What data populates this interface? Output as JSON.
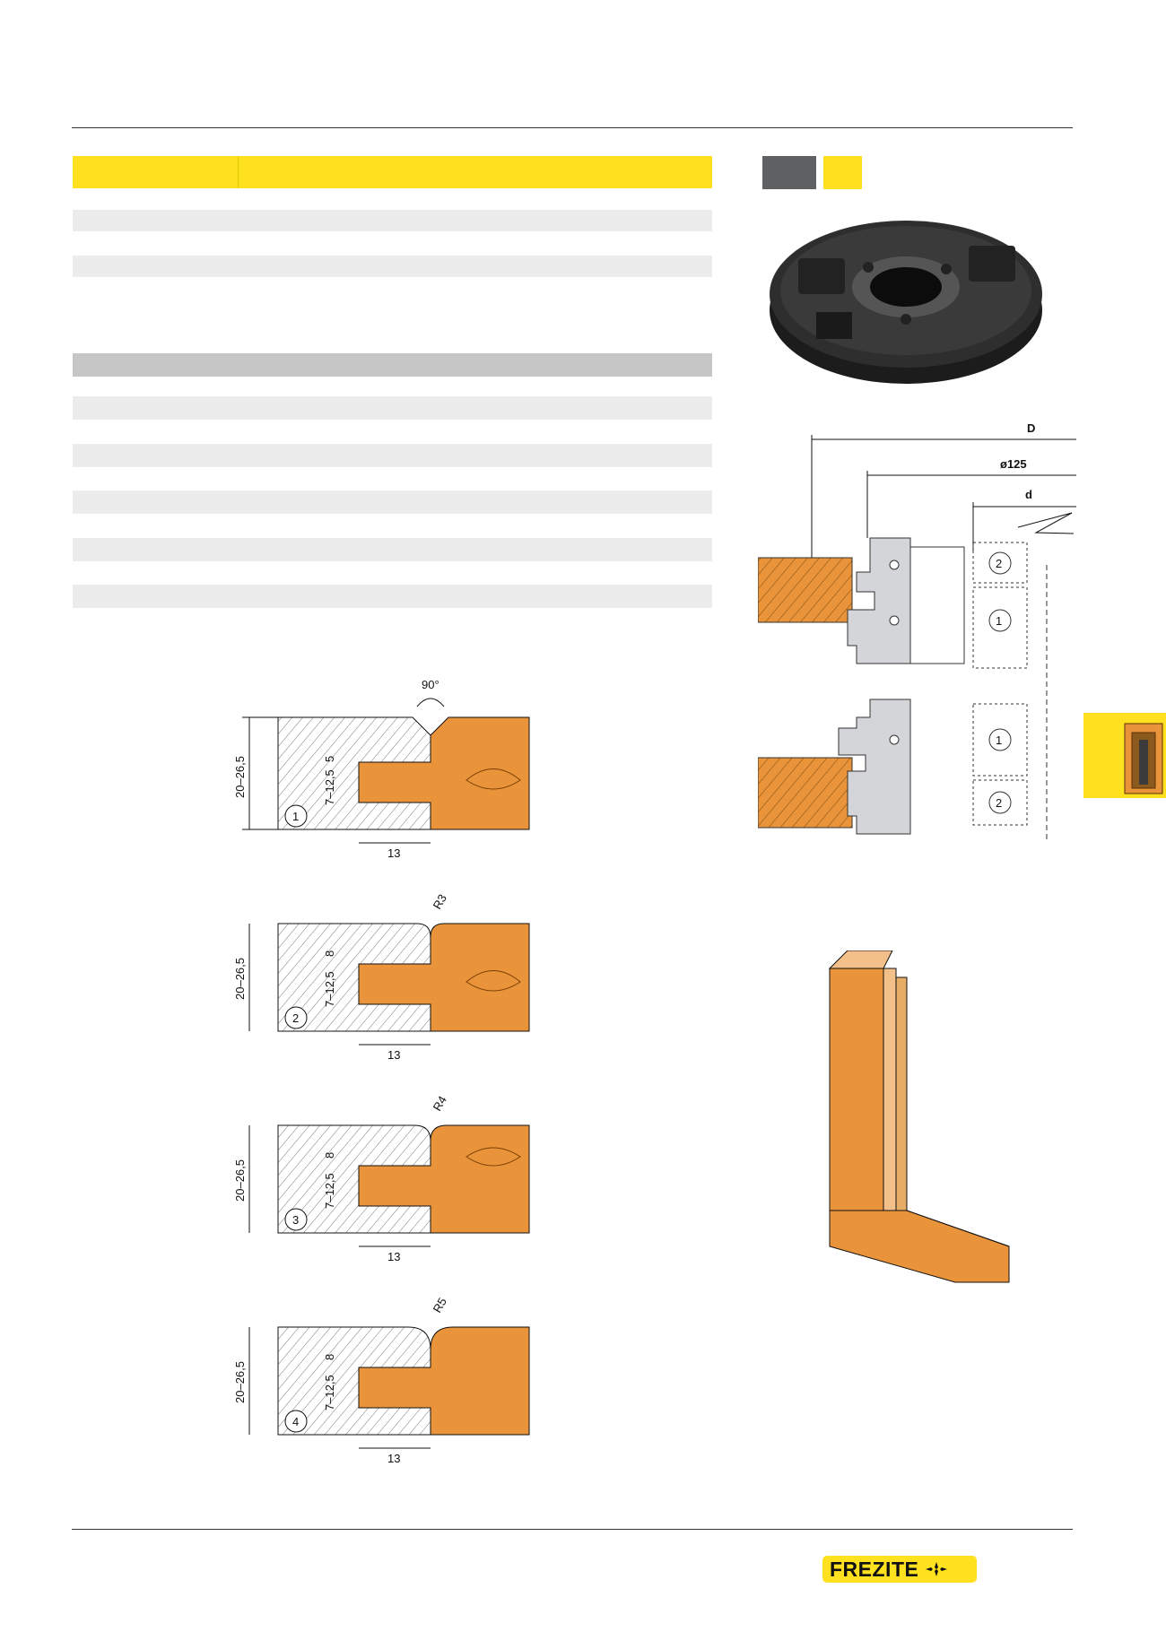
{
  "footer": {
    "brand": "FREZITE"
  },
  "profiles": [
    {
      "num": "1",
      "angle": "90°",
      "height": "20–26,5",
      "upper": "5",
      "groove": "7–12,5",
      "depth": "13"
    },
    {
      "num": "2",
      "radius": "R3",
      "height": "20–26,5",
      "upper": "8",
      "groove": "7–12,5",
      "depth": "13"
    },
    {
      "num": "3",
      "radius": "R4",
      "height": "20–26,5",
      "upper": "8",
      "groove": "7–12,5",
      "depth": "13"
    },
    {
      "num": "4",
      "radius": "R5",
      "height": "20–26,5",
      "upper": "8",
      "groove": "7–12,5",
      "depth": "13"
    }
  ],
  "tool_drawing": {
    "dim_D": "D",
    "dim_bore": "ø125",
    "dim_d": "d",
    "upper_set": [
      "2",
      "1"
    ],
    "lower_set": [
      "1",
      "2"
    ]
  },
  "colors": {
    "accent": "#ffe11f",
    "wood": "#e9943a",
    "gray_header": "#c6c6c6",
    "dark_square": "#5e6062"
  },
  "icons": {
    "side_tab": "door-frame-icon",
    "cutter": "cutter-head-photo"
  }
}
